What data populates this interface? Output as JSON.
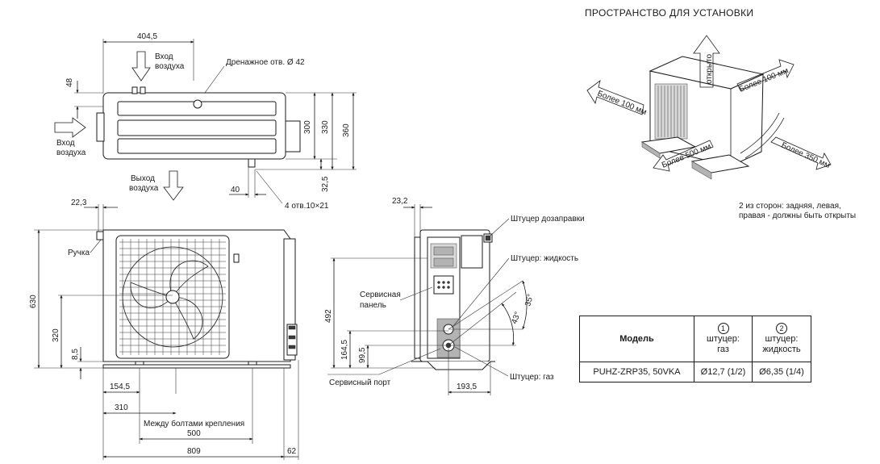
{
  "title": "ПРОСТРАНСТВО ДЛЯ УСТАНОВКИ",
  "top_view": {
    "dim_width": "404,5",
    "air_in_top": [
      "Вход",
      "воздуха"
    ],
    "drain_hole": "Дренажное отв. Ø 42",
    "dim_48": "48",
    "dim_300": "300",
    "dim_330": "330",
    "dim_360": "360",
    "air_in_left": [
      "Вход",
      "воздуха"
    ],
    "air_out": [
      "Выход",
      "воздуха"
    ],
    "dim_40": "40",
    "dim_32_5": "32,5",
    "holes": "4 отв.10×21"
  },
  "front_view": {
    "dim_22_3": "22,3",
    "handle": "Ручка",
    "dim_630": "630",
    "dim_320": "320",
    "dim_8_5": "8,5",
    "dim_154_5": "154,5",
    "dim_310": "310",
    "bolts_label": "Между болтами крепления",
    "dim_500": "500",
    "dim_809": "809",
    "dim_62": "62"
  },
  "side_view": {
    "dim_23_2": "23,2",
    "charge_port": "Штуцер дозаправки",
    "liquid_port": "Штуцер: жидкость",
    "service_panel": [
      "Сервисная",
      "панель"
    ],
    "dim_492": "492",
    "angle_35": "35°",
    "angle_43": "43°",
    "dim_164_5": "164,5",
    "dim_99_5": "99,5",
    "service_port": "Сервисный порт",
    "gas_port": "Штуцер: газ",
    "dim_193_5": "193,5"
  },
  "clearance": {
    "open": "открыто",
    "left_100": "Более 100 мм",
    "right_100": "Более 100 мм",
    "front_500": "Более 500 мм",
    "right_350": "Более 350 мм",
    "note": [
      "2 из сторон: задняя, левая,",
      "правая  - должны быть открыты"
    ]
  },
  "table": {
    "col_model": "Модель",
    "col1_num": "1",
    "col1": [
      "штуцер:",
      "газ"
    ],
    "col2_num": "2",
    "col2": [
      "штуцер:",
      "жидкость"
    ],
    "rows": [
      {
        "model": "PUHZ-ZRP35, 50VKA",
        "gas": "Ø12,7 (1/2)",
        "liquid": "Ø6,35 (1/4)"
      }
    ]
  }
}
